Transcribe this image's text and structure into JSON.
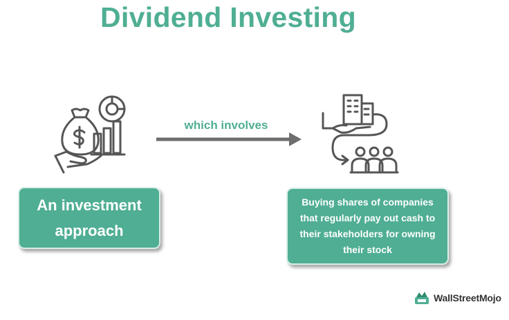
{
  "title": "Dividend Investing",
  "connector_label": "which involves",
  "left_box": "An investment approach",
  "right_box": "Buying shares of companies that regularly pay out cash to their stakeholders for owning their stock",
  "left_icon": "money-bag-chart-icon",
  "right_icon": "building-stakeholders-icon",
  "brand": "WallStreetMojo",
  "colors": {
    "accent": "#4fae93",
    "icon": "#555555",
    "arrow": "#6e6e6e"
  }
}
